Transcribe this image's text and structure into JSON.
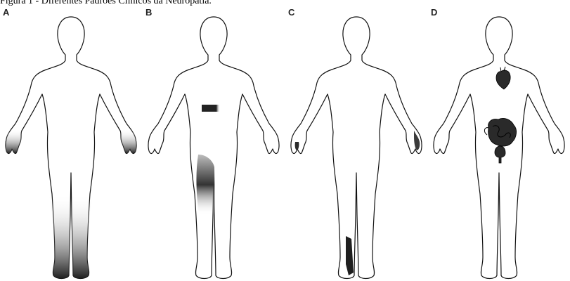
{
  "figure": {
    "caption": "Figura 1 - Diferentes Padrões Clínicos da Neuropatia.",
    "panels": [
      {
        "letter": "A"
      },
      {
        "letter": "B"
      },
      {
        "letter": "C"
      },
      {
        "letter": "D"
      }
    ]
  }
}
